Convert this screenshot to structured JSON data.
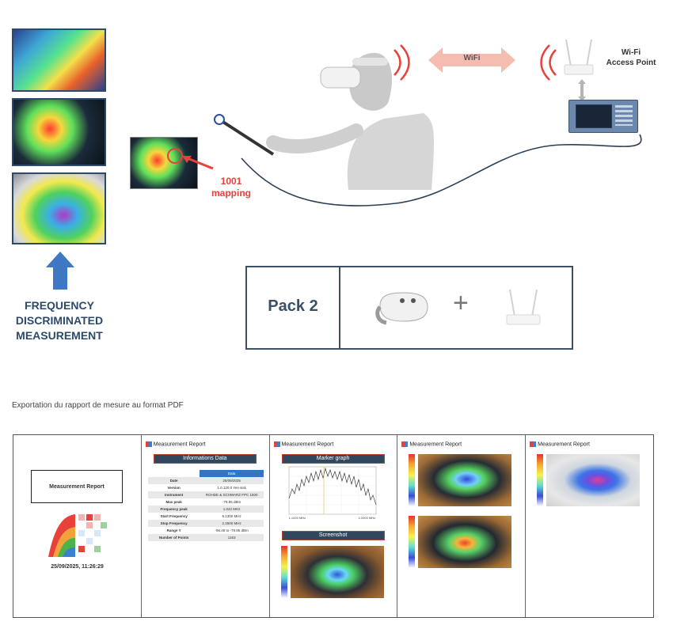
{
  "left_panel": {
    "label": "FREQUENCY\nDISCRIMINATED\nMEASUREMENT",
    "arrow_icon": "arrow-up-icon"
  },
  "diagram": {
    "mapping_label": "1001\nmapping",
    "wifi_label": "WiFi",
    "access_point_label": "Wi-Fi\nAccess Point",
    "accent_color": "#e8413a",
    "cable_color": "#2d3f55"
  },
  "pack": {
    "title": "Pack 2",
    "plus": "+"
  },
  "export_caption": "Exportation du rapport de mesure au format PDF",
  "report": {
    "cover": {
      "title": "Measurement Report",
      "timestamp": "25/09/2025, 11:26:29"
    },
    "header_title": "Measurement Report",
    "page2": {
      "bar_title": "Informations Data",
      "col_header": "Data",
      "rows": [
        [
          "Date",
          "25/09/2025"
        ],
        [
          "Version",
          "1.0.120.0 Yes-sisk"
        ],
        [
          "Instrument",
          "ROHDE & SCHWARZ FPC 1500"
        ],
        [
          "Max peak",
          "-78.85 dBm"
        ],
        [
          "Frequency peak",
          "1.042 MHz"
        ],
        [
          "Start Frequency",
          "5.1300 MHz"
        ],
        [
          "Stop Frequency",
          "2.2500 MHz"
        ],
        [
          "Range Y",
          "-96.48 to -78.85 dBm"
        ],
        [
          "Number of Points",
          "1163"
        ]
      ]
    },
    "page3": {
      "bar_title": "Marker graph",
      "screenshot_title": "Screenshot",
      "x_start": "1.1000 MHz",
      "x_end": "2.2000 MHz"
    }
  }
}
